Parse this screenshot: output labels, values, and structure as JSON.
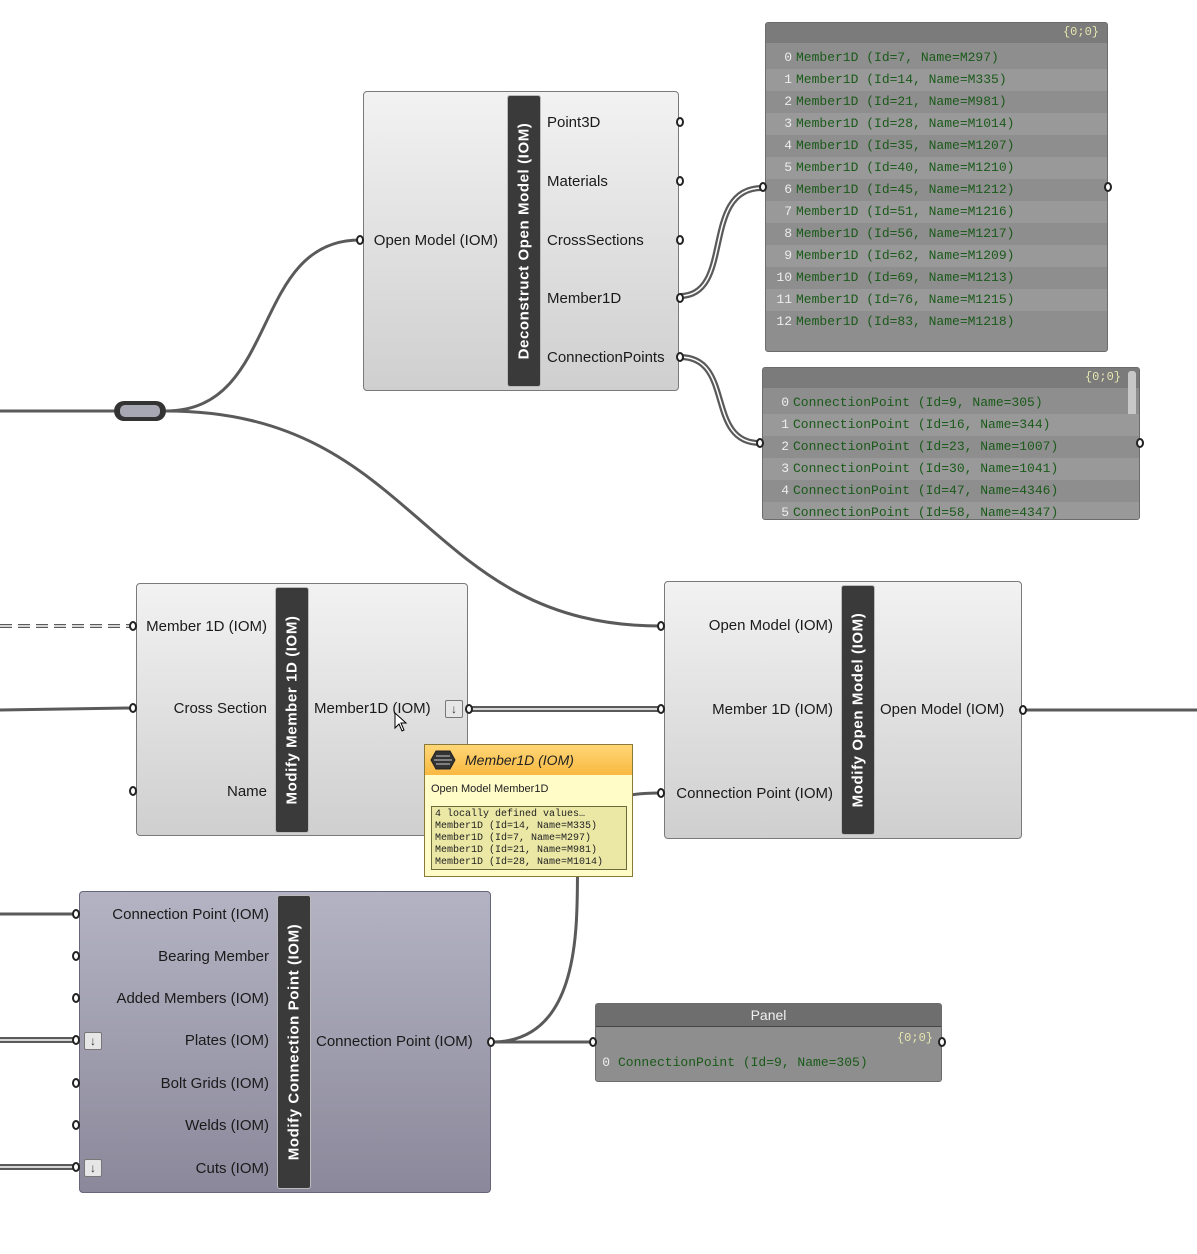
{
  "deconstruct": {
    "title": "Deconstruct Open Model (IOM)",
    "input": "Open Model (IOM)",
    "outputs": [
      "Point3D",
      "Materials",
      "CrossSections",
      "Member1D",
      "ConnectionPoints"
    ]
  },
  "members_panel": {
    "path": "{0;0}",
    "rows": [
      {
        "i": "0",
        "text": "Member1D (Id=7, Name=M297)"
      },
      {
        "i": "1",
        "text": "Member1D (Id=14, Name=M335)"
      },
      {
        "i": "2",
        "text": "Member1D (Id=21, Name=M981)"
      },
      {
        "i": "3",
        "text": "Member1D (Id=28, Name=M1014)"
      },
      {
        "i": "4",
        "text": "Member1D (Id=35, Name=M1207)"
      },
      {
        "i": "5",
        "text": "Member1D (Id=40, Name=M1210)"
      },
      {
        "i": "6",
        "text": "Member1D (Id=45, Name=M1212)"
      },
      {
        "i": "7",
        "text": "Member1D (Id=51, Name=M1216)"
      },
      {
        "i": "8",
        "text": "Member1D (Id=56, Name=M1217)"
      },
      {
        "i": "9",
        "text": "Member1D (Id=62, Name=M1209)"
      },
      {
        "i": "10",
        "text": "Member1D (Id=69, Name=M1213)"
      },
      {
        "i": "11",
        "text": "Member1D (Id=76, Name=M1215)"
      },
      {
        "i": "12",
        "text": "Member1D (Id=83, Name=M1218)"
      }
    ]
  },
  "connections_panel": {
    "path": "{0;0}",
    "rows": [
      {
        "i": "0",
        "text": "ConnectionPoint (Id=9, Name=305)"
      },
      {
        "i": "1",
        "text": "ConnectionPoint (Id=16, Name=344)"
      },
      {
        "i": "2",
        "text": "ConnectionPoint (Id=23, Name=1007)"
      },
      {
        "i": "3",
        "text": "ConnectionPoint (Id=30, Name=1041)"
      },
      {
        "i": "4",
        "text": "ConnectionPoint (Id=47, Name=4346)"
      },
      {
        "i": "5",
        "text": "ConnectionPoint (Id=58, Name=4347)"
      }
    ]
  },
  "modify_member": {
    "title": "Modify Member 1D (IOM)",
    "inputs": [
      "Member 1D (IOM)",
      "Cross Section",
      "Name"
    ],
    "output": "Member1D (IOM)"
  },
  "modify_model": {
    "title": "Modify Open Model (IOM)",
    "inputs": [
      "Open Model (IOM)",
      "Member 1D (IOM)",
      "Connection Point (IOM)"
    ],
    "output": "Open Model (IOM)"
  },
  "tooltip": {
    "title": "Member1D (IOM)",
    "description": "Open Model Member1D",
    "lines": [
      "4 locally defined values…",
      "Member1D (Id=14, Name=M335)",
      "Member1D (Id=7, Name=M297)",
      "Member1D (Id=21, Name=M981)",
      "Member1D (Id=28, Name=M1014)"
    ]
  },
  "modify_connection": {
    "title": "Modify Connection Point (IOM)",
    "inputs": [
      "Connection Point (IOM)",
      "Bearing Member",
      "Added Members (IOM)",
      "Plates (IOM)",
      "Bolt Grids (IOM)",
      "Welds (IOM)",
      "Cuts (IOM)"
    ],
    "output": "Connection Point (IOM)"
  },
  "result_panel": {
    "title": "Panel",
    "path": "{0;0}",
    "rows": [
      {
        "i": "0",
        "text": "ConnectionPoint (Id=9, Name=305)"
      }
    ]
  },
  "colors": {
    "canvas": "#ffffff",
    "component": "#e0e0e0",
    "component_dark": "#9d9cae",
    "panel": "#8e8e8e",
    "panel_text": "#1a5a1a",
    "tooltip_header": "#f9b941",
    "wire": "#555555"
  }
}
